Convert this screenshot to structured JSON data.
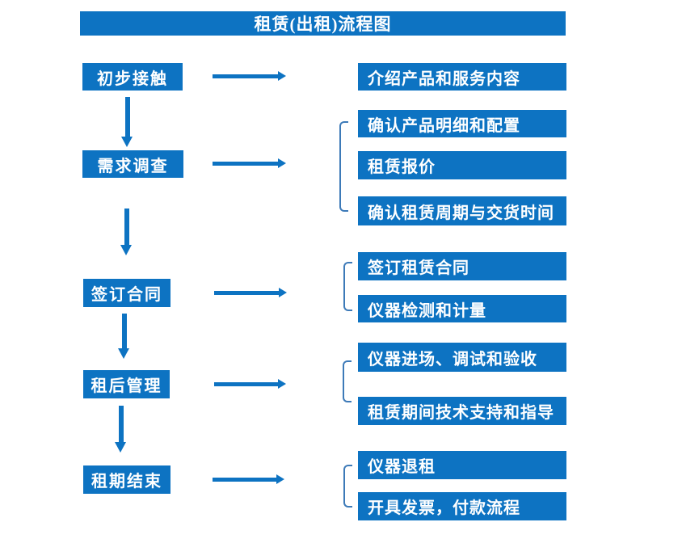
{
  "title": "租赁(出租)流程图",
  "colors": {
    "primary": "#0d73c2",
    "bracket_line": "#3d7ab8",
    "text_on_primary": "#ffffff",
    "page_background": "#ffffff"
  },
  "stages": [
    {
      "label": "初步接触",
      "details": [
        "介绍产品和服务内容"
      ]
    },
    {
      "label": "需求调查",
      "details": [
        "确认产品明细和配置",
        "租赁报价",
        "确认租赁周期与交货时间"
      ]
    },
    {
      "label": "签订合同",
      "details": [
        "签订租赁合同",
        "仪器检测和计量"
      ]
    },
    {
      "label": "租后管理",
      "details": [
        "仪器进场、调试和验收",
        "租赁期间技术支持和指导"
      ]
    },
    {
      "label": "租期结束",
      "details": [
        "仪器退租",
        "开具发票，付款流程"
      ]
    }
  ]
}
